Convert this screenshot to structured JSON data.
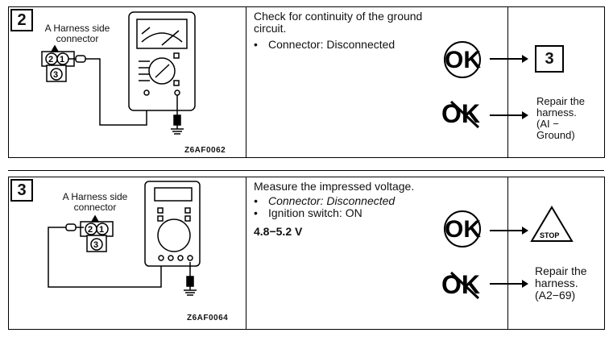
{
  "rows": [
    {
      "step": "2",
      "connector_label": [
        "A Harness side",
        "connector"
      ],
      "figure_id": "Z6AF0062",
      "check_text": "Check for continuity of the ground circuit.",
      "conditions": [
        "Connector: Disconnected"
      ],
      "ok_result": "3",
      "ng_result": [
        "Repair the",
        "harness.",
        "(AI −",
        "Ground)"
      ],
      "pins": [
        "2",
        "1",
        "3"
      ]
    },
    {
      "step": "3",
      "connector_label": [
        "A Harness side",
        "connector"
      ],
      "figure_id": "Z6AF0064",
      "check_text": "Measure the impressed voltage.",
      "conditions": [
        "Connector: Disconnected",
        "Ignition switch: ON"
      ],
      "value": "4.8−5.2 V",
      "ok_result": "STOP",
      "ng_result": [
        "Repair the",
        "harness.",
        "(A2−69)"
      ],
      "pins": [
        "2",
        "1",
        "3"
      ]
    }
  ],
  "ok_label": "OK",
  "ng_label": "OK"
}
